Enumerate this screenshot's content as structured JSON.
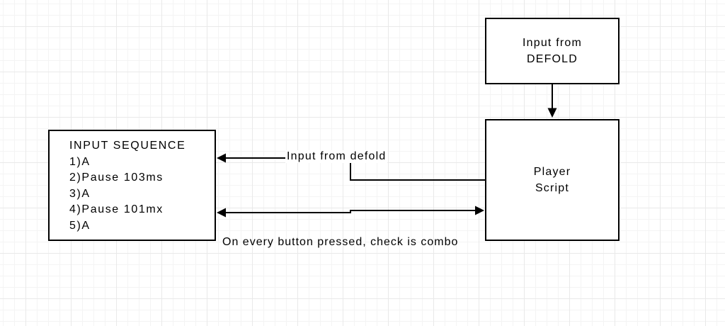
{
  "theme": {
    "line_color": "#000000",
    "node_fill": "#ffffff",
    "canvas_bg": "#ffffff",
    "grid_minor": "#f4f4f4",
    "grid_major": "#e9e9e9"
  },
  "nodes": {
    "input_from_defold": {
      "line1": "Input from",
      "line2": "DEFOLD"
    },
    "player_script": {
      "line1": "Player",
      "line2": "Script"
    },
    "input_sequence": {
      "lines": [
        "INPUT SEQUENCE",
        "1)A",
        "2)Pause 103ms",
        "3)A",
        "4)Pause 101mx",
        "5)A"
      ]
    }
  },
  "edge_labels": {
    "input_from_defold": "Input from defold",
    "combo_check": "On every button pressed, check is combo"
  }
}
